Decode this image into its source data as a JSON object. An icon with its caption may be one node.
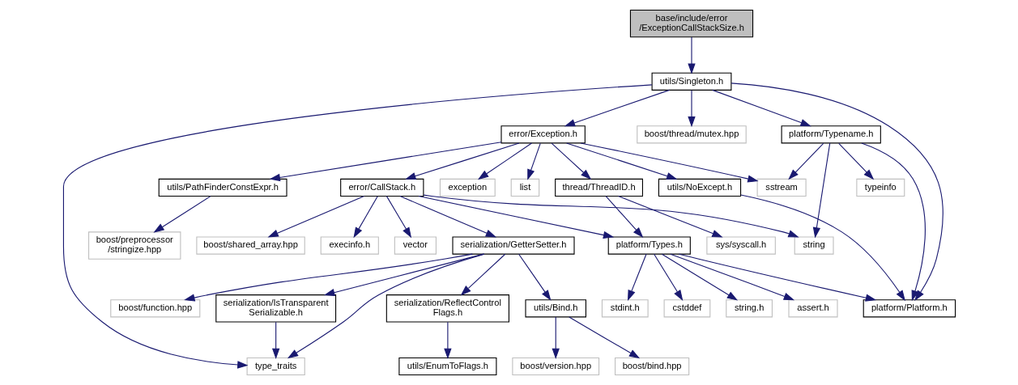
{
  "diagram": {
    "nodes": [
      {
        "text": [
          "base/include/error /ExceptionCallStackSize.h"
        ]
      },
      {
        "text": [
          "utils/Singleton.h"
        ]
      },
      {
        "text": [
          "error/Exception.h"
        ]
      },
      {
        "text": [
          "platform/Typename.h"
        ]
      },
      {
        "text": [
          "boost/thread/mutex.hpp"
        ]
      },
      {
        "text": [
          "utils/PathFinderConstExpr.h"
        ]
      },
      {
        "text": [
          "error/CallStack.h"
        ]
      },
      {
        "text": [
          "thread/ThreadID.h"
        ]
      },
      {
        "text": [
          "exception"
        ]
      },
      {
        "text": [
          "list"
        ]
      },
      {
        "text": [
          "utils/NoExcept.h"
        ]
      },
      {
        "text": [
          "sstream"
        ]
      },
      {
        "text": [
          "typeinfo"
        ]
      },
      {
        "text": [
          "boost/preprocessor /stringize.hpp"
        ]
      },
      {
        "text": [
          "serialization/GetterSetter.h"
        ]
      },
      {
        "text": [
          "boost/shared_array.hpp"
        ]
      },
      {
        "text": [
          "execinfo.h"
        ]
      },
      {
        "text": [
          "vector"
        ]
      },
      {
        "text": [
          "platform/Types.h"
        ]
      },
      {
        "text": [
          "string"
        ]
      },
      {
        "text": [
          "sys/syscall.h"
        ]
      },
      {
        "text": [
          "boost/function.hpp"
        ]
      },
      {
        "text": [
          "serialization/IsTransparent Serializable.h"
        ]
      },
      {
        "text": [
          "utils/Bind.h"
        ]
      },
      {
        "text": [
          "serialization/ReflectControl Flags.h"
        ]
      },
      {
        "text": [
          "stdint.h"
        ]
      },
      {
        "text": [
          "cstddef"
        ]
      },
      {
        "text": [
          "string.h"
        ]
      },
      {
        "text": [
          "assert.h"
        ]
      },
      {
        "text": [
          "platform/Platform.h"
        ]
      },
      {
        "text": [
          "type_traits"
        ]
      },
      {
        "text": [
          "boost/version.hpp"
        ]
      },
      {
        "text": [
          "boost/bind.hpp"
        ]
      },
      {
        "text": [
          "utils/EnumToFlags.h"
        ]
      }
    ],
    "edges": [
      {
        "from": 0,
        "to": 1,
        "arrow": "to"
      },
      {
        "from": 1,
        "to": 30,
        "arrow": "to"
      },
      {
        "from": 1,
        "to": 2,
        "arrow": "to"
      },
      {
        "from": 1,
        "to": 3,
        "arrow": "to"
      },
      {
        "from": 1,
        "to": 29,
        "arrow": "to"
      },
      {
        "from": 1,
        "to": 4,
        "arrow": "to"
      },
      {
        "from": 2,
        "to": 5,
        "arrow": "to"
      },
      {
        "from": 2,
        "to": 6,
        "arrow": "to"
      },
      {
        "from": 2,
        "to": 7,
        "arrow": "to"
      },
      {
        "from": 2,
        "to": 8,
        "arrow": "to"
      },
      {
        "from": 2,
        "to": 9,
        "arrow": "to"
      },
      {
        "from": 2,
        "to": 10,
        "arrow": "to"
      },
      {
        "from": 2,
        "to": 11,
        "arrow": "to"
      },
      {
        "from": 3,
        "to": 11,
        "arrow": "to"
      },
      {
        "from": 3,
        "to": 19,
        "arrow": "to"
      },
      {
        "from": 3,
        "to": 29,
        "arrow": "to"
      },
      {
        "from": 3,
        "to": 12,
        "arrow": "to"
      },
      {
        "from": 5,
        "to": 13,
        "arrow": "to"
      },
      {
        "from": 6,
        "to": 14,
        "arrow": "to"
      },
      {
        "from": 6,
        "to": 15,
        "arrow": "to"
      },
      {
        "from": 6,
        "to": 16,
        "arrow": "to"
      },
      {
        "from": 6,
        "to": 17,
        "arrow": "to"
      },
      {
        "from": 6,
        "to": 18,
        "arrow": "to"
      },
      {
        "from": 6,
        "to": 19,
        "arrow": "to"
      },
      {
        "from": 7,
        "to": 18,
        "arrow": "to"
      },
      {
        "from": 7,
        "to": 20,
        "arrow": "to"
      },
      {
        "from": 10,
        "to": 29,
        "arrow": "to"
      },
      {
        "from": 14,
        "to": 30,
        "arrow": "to"
      },
      {
        "from": 14,
        "to": 21,
        "arrow": "to"
      },
      {
        "from": 14,
        "to": 22,
        "arrow": "to"
      },
      {
        "from": 14,
        "to": 23,
        "arrow": "to"
      },
      {
        "from": 14,
        "to": 24,
        "arrow": "to"
      },
      {
        "from": 18,
        "to": 25,
        "arrow": "to"
      },
      {
        "from": 18,
        "to": 26,
        "arrow": "to"
      },
      {
        "from": 18,
        "to": 27,
        "arrow": "to"
      },
      {
        "from": 18,
        "to": 28,
        "arrow": "to"
      },
      {
        "from": 18,
        "to": 29,
        "arrow": "to"
      },
      {
        "from": 22,
        "to": 30,
        "arrow": "to"
      },
      {
        "from": 23,
        "to": 31,
        "arrow": "to"
      },
      {
        "from": 23,
        "to": 32,
        "arrow": "to"
      },
      {
        "from": 24,
        "to": 33,
        "arrow": "to"
      }
    ]
  }
}
